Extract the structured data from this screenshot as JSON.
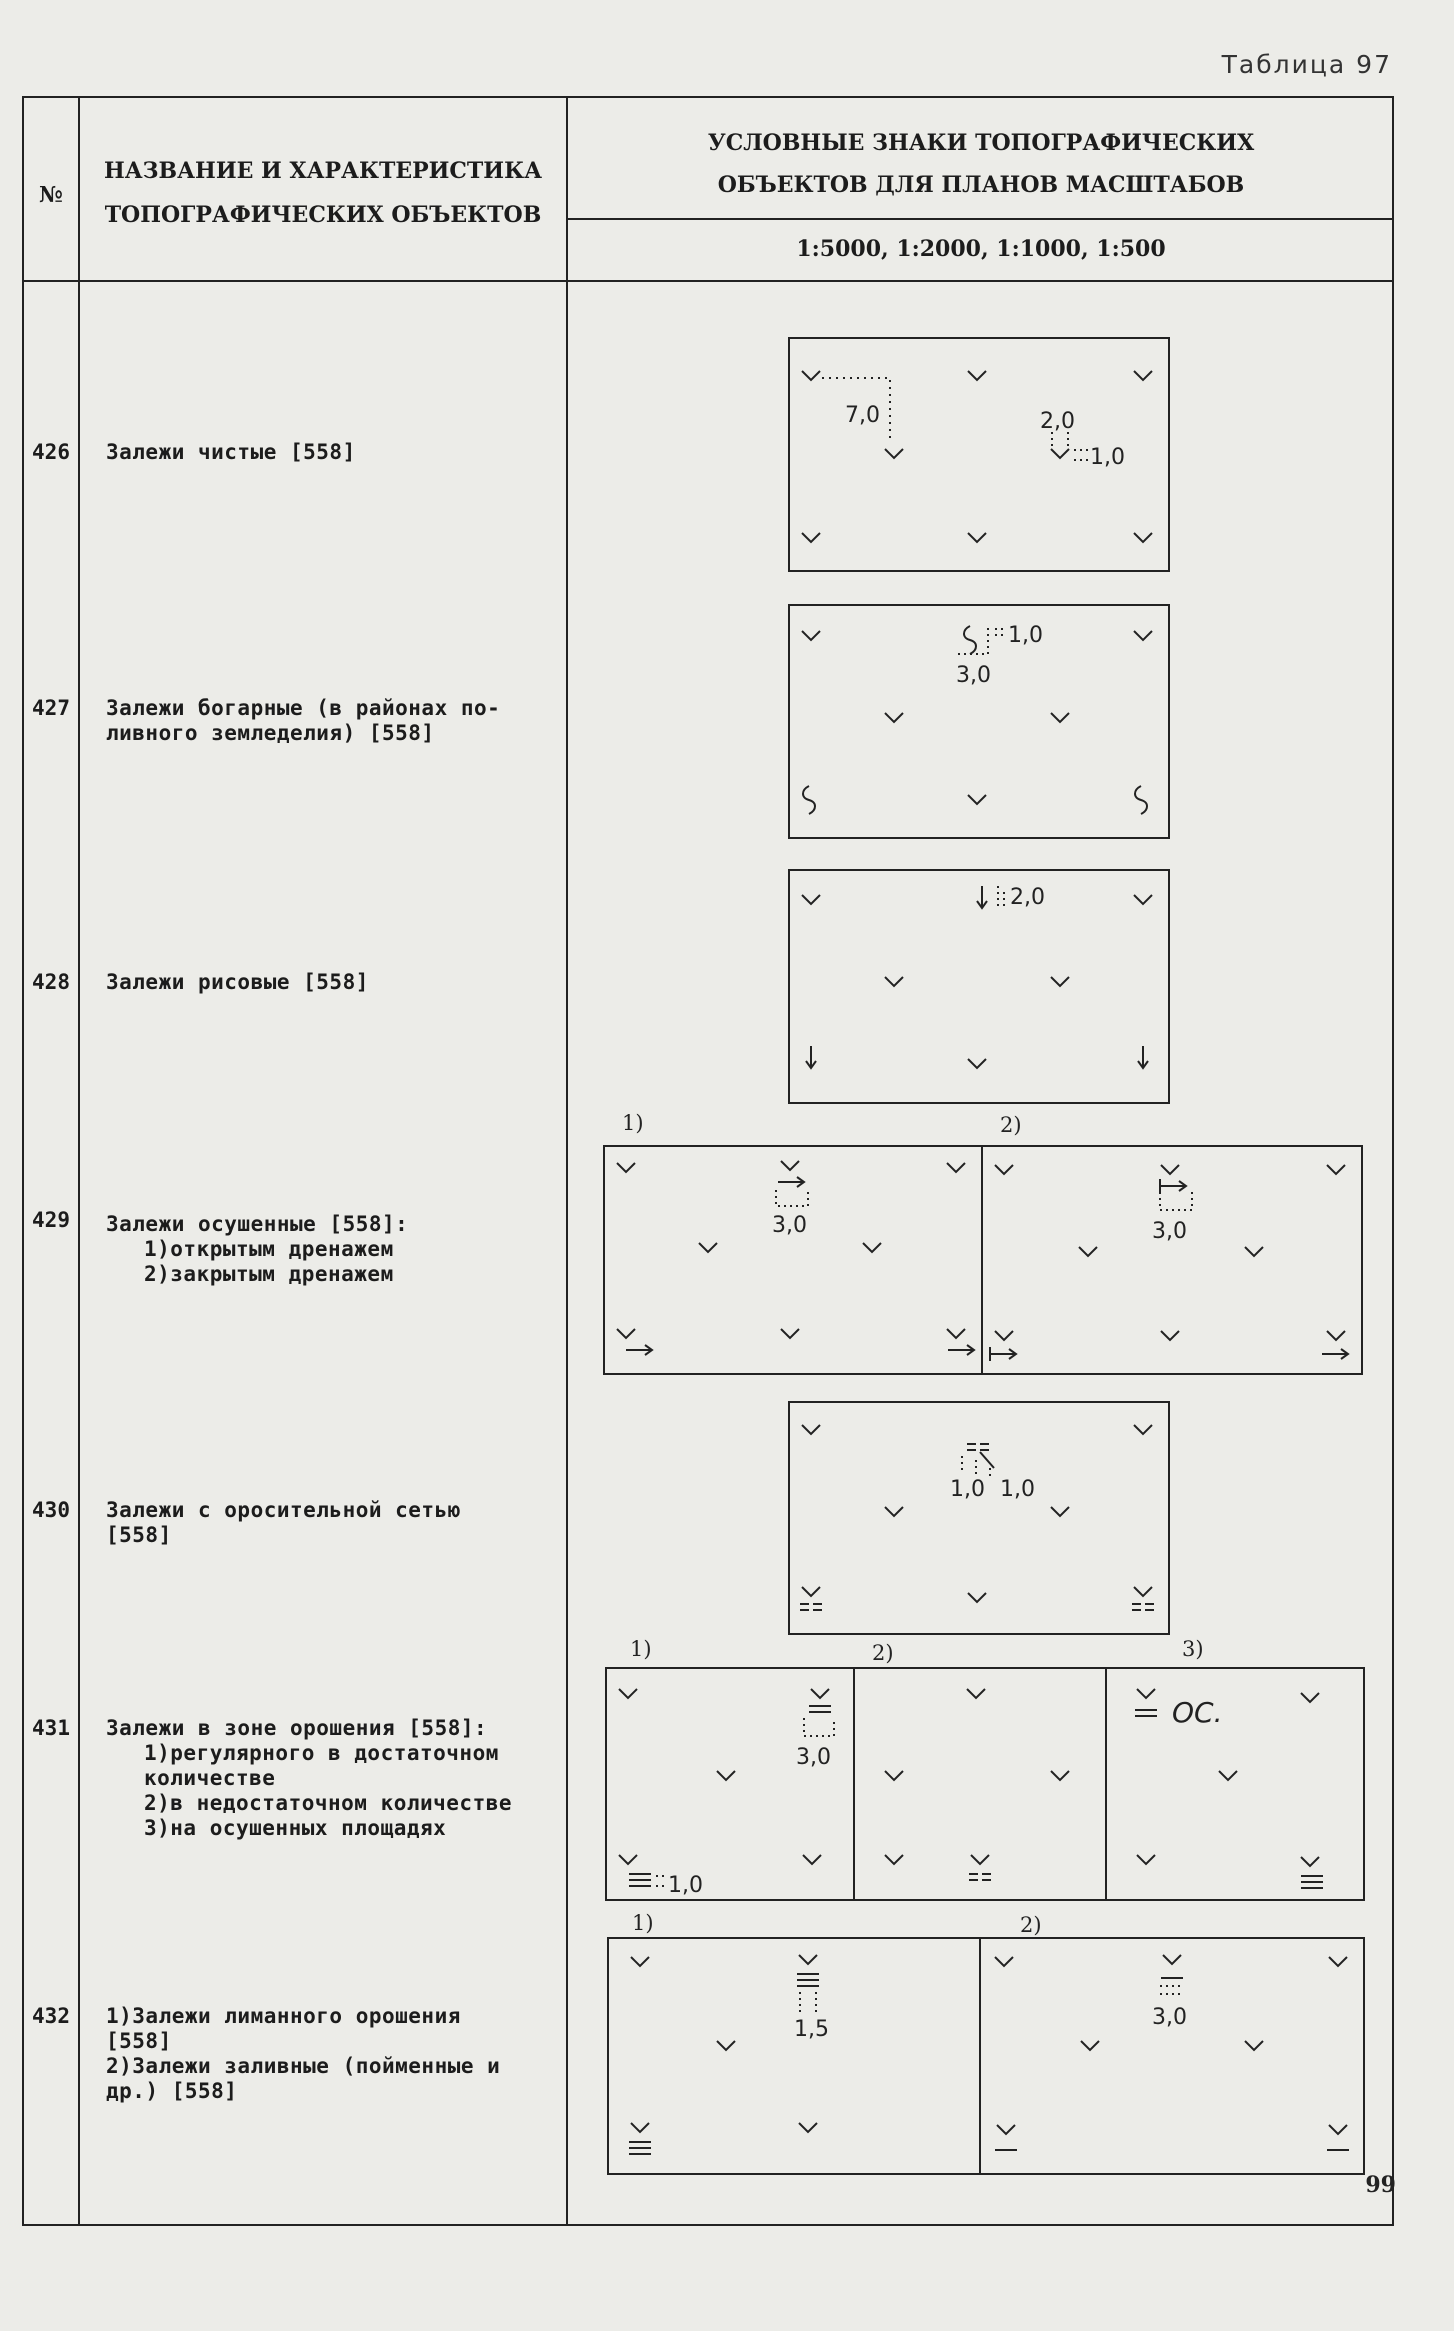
{
  "caption": "Таблица 97",
  "page_number": "99",
  "header": {
    "col_num": "№",
    "col_name_line1": "НАЗВАНИЕ И ХАРАКТЕРИСТИКА",
    "col_name_line2": "ТОПОГРАФИЧЕСКИХ ОБЪЕКТОВ",
    "col_sign_line1": "УСЛОВНЫЕ ЗНАКИ ТОПОГРАФИЧЕСКИХ",
    "col_sign_line2": "ОБЪЕКТОВ ДЛЯ ПЛАНОВ МАСШТАБОВ",
    "scales": "1:5000, 1:2000, 1:1000, 1:500"
  },
  "rows": [
    {
      "num": "426",
      "lines": [
        "Залежи чистые [558]"
      ]
    },
    {
      "num": "427",
      "lines": [
        "Залежи богарные (в районах по-",
        "ливного земледелия) [558]"
      ]
    },
    {
      "num": "428",
      "lines": [
        "Залежи рисовые [558]"
      ]
    },
    {
      "num": "429",
      "lines": [
        "Залежи осушенные [558]:",
        "1)открытым дренажем",
        "2)закрытым дренажем"
      ]
    },
    {
      "num": "430",
      "lines": [
        "Залежи с оросительной сетью",
        "[558]"
      ]
    },
    {
      "num": "431",
      "lines": [
        "Залежи в зоне орошения [558]:",
        "1)регулярного в достаточном",
        "количестве",
        "2)в недостаточном количестве",
        "3)на осушенных площадях"
      ]
    },
    {
      "num": "432",
      "lines": [
        "1)Залежи лиманного орошения",
        "[558]",
        "2)Залежи заливные (пойменные и",
        "др.) [558]"
      ]
    }
  ],
  "symbols": {
    "r426": {
      "d1": "7,0",
      "d2": "2,0",
      "d3": "1,0"
    },
    "r427": {
      "d1": "1,0",
      "d2": "3,0"
    },
    "r428": {
      "d1": "2,0"
    },
    "r429": {
      "v1": "1)",
      "v2": "2)",
      "d1": "3,0",
      "d2": "3,0"
    },
    "r430": {
      "d1": "1,0",
      "d2": "1,0"
    },
    "r431": {
      "v1": "1)",
      "v2": "2)",
      "v3": "3)",
      "d1": "3,0",
      "d2": "1,0",
      "oc": "ОС."
    },
    "r432": {
      "v1": "1)",
      "v2": "2)",
      "d1": "1,5",
      "d2": "3,0"
    }
  },
  "colors": {
    "ink": "#222222",
    "paper": "#ecece8"
  }
}
